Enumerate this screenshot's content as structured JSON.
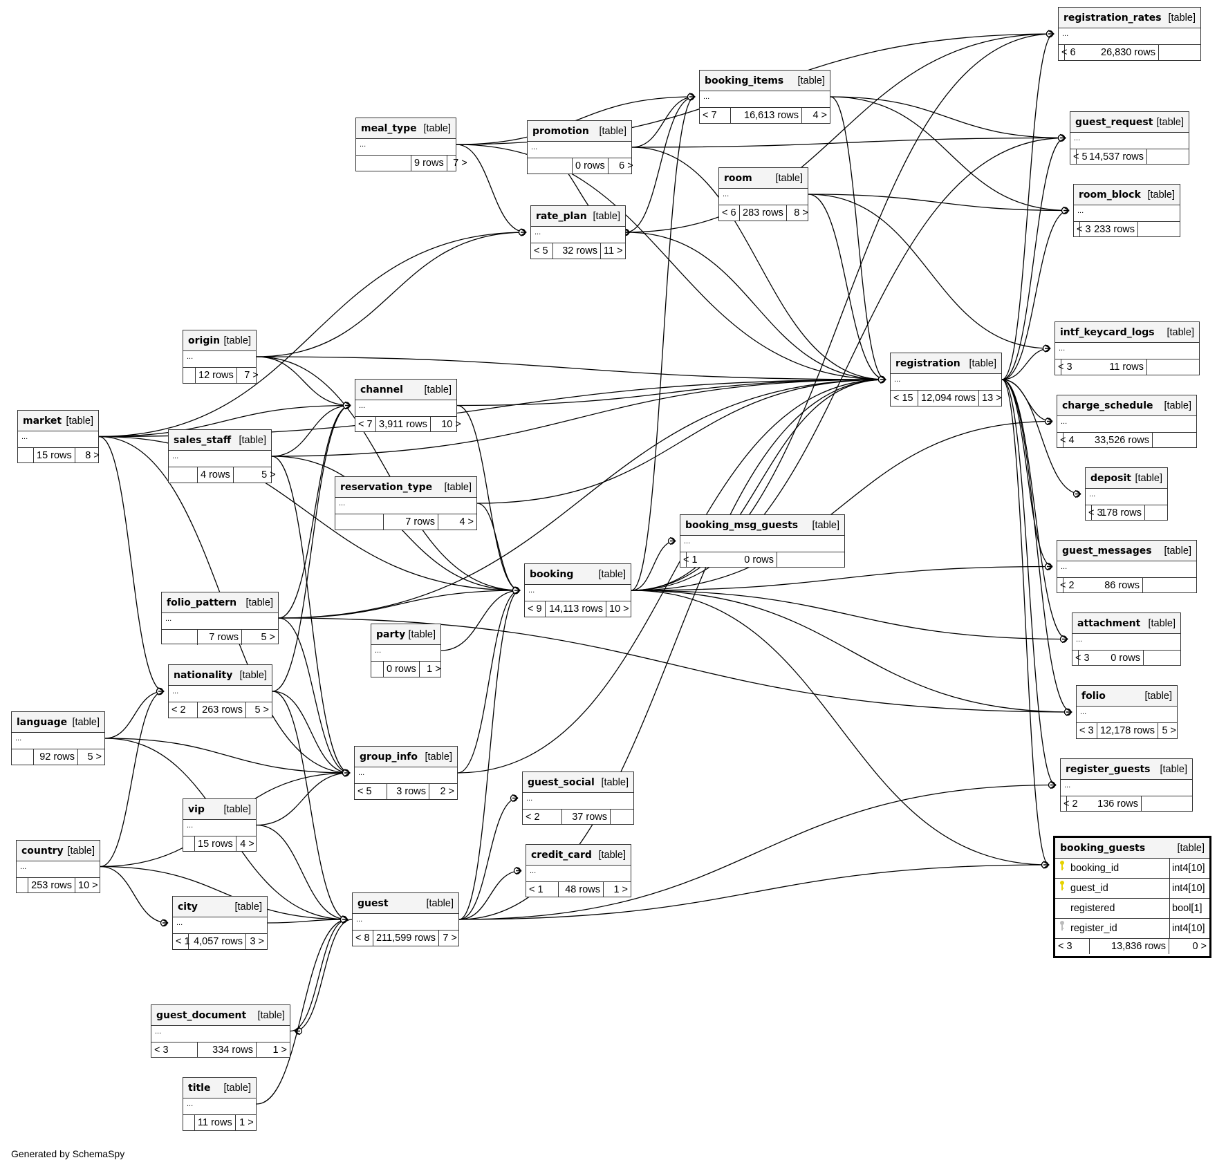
{
  "footer": "Generated by SchemaSpy",
  "table_tag": "[table]",
  "ellipsis": "...",
  "tables": {
    "registration_rates": {
      "name": "registration_rates",
      "parents": "< 6",
      "rows": "26,830 rows",
      "children": ""
    },
    "booking_items": {
      "name": "booking_items",
      "parents": "< 7",
      "rows": "16,613 rows",
      "children": "4 >"
    },
    "meal_type": {
      "name": "meal_type",
      "parents": "",
      "rows": "9 rows",
      "children": "7 >"
    },
    "promotion": {
      "name": "promotion",
      "parents": "",
      "rows": "0 rows",
      "children": "6 >"
    },
    "guest_request": {
      "name": "guest_request",
      "parents": "< 5",
      "rows": "14,537 rows",
      "children": ""
    },
    "room": {
      "name": "room",
      "parents": "< 6",
      "rows": "283 rows",
      "children": "8 >"
    },
    "room_block": {
      "name": "room_block",
      "parents": "< 3",
      "rows": "233 rows",
      "children": ""
    },
    "rate_plan": {
      "name": "rate_plan",
      "parents": "< 5",
      "rows": "32 rows",
      "children": "11 >"
    },
    "intf_keycard_logs": {
      "name": "intf_keycard_logs",
      "parents": "< 3",
      "rows": "11 rows",
      "children": ""
    },
    "origin": {
      "name": "origin",
      "parents": "",
      "rows": "12 rows",
      "children": "7 >"
    },
    "registration": {
      "name": "registration",
      "parents": "< 15",
      "rows": "12,094 rows",
      "children": "13 >"
    },
    "channel": {
      "name": "channel",
      "parents": "< 7",
      "rows": "3,911 rows",
      "children": "10 >"
    },
    "charge_schedule": {
      "name": "charge_schedule",
      "parents": "< 4",
      "rows": "33,526 rows",
      "children": ""
    },
    "market": {
      "name": "market",
      "parents": "",
      "rows": "15 rows",
      "children": "8 >"
    },
    "sales_staff": {
      "name": "sales_staff",
      "parents": "",
      "rows": "4 rows",
      "children": "5 >"
    },
    "deposit": {
      "name": "deposit",
      "parents": "< 3",
      "rows": "178 rows",
      "children": ""
    },
    "reservation_type": {
      "name": "reservation_type",
      "parents": "",
      "rows": "7 rows",
      "children": "4 >"
    },
    "booking_msg_guests": {
      "name": "booking_msg_guests",
      "parents": "< 1",
      "rows": "0 rows",
      "children": ""
    },
    "guest_messages": {
      "name": "guest_messages",
      "parents": "< 2",
      "rows": "86 rows",
      "children": ""
    },
    "booking": {
      "name": "booking",
      "parents": "< 9",
      "rows": "14,113 rows",
      "children": "10 >"
    },
    "folio_pattern": {
      "name": "folio_pattern",
      "parents": "",
      "rows": "7 rows",
      "children": "5 >"
    },
    "party": {
      "name": "party",
      "parents": "",
      "rows": "0 rows",
      "children": "1 >"
    },
    "attachment": {
      "name": "attachment",
      "parents": "< 3",
      "rows": "0 rows",
      "children": ""
    },
    "nationality": {
      "name": "nationality",
      "parents": "< 2",
      "rows": "263 rows",
      "children": "5 >"
    },
    "folio": {
      "name": "folio",
      "parents": "< 3",
      "rows": "12,178 rows",
      "children": "5 >"
    },
    "language": {
      "name": "language",
      "parents": "",
      "rows": "92 rows",
      "children": "5 >"
    },
    "group_info": {
      "name": "group_info",
      "parents": "< 5",
      "rows": "3 rows",
      "children": "2 >"
    },
    "register_guests": {
      "name": "register_guests",
      "parents": "< 2",
      "rows": "136 rows",
      "children": ""
    },
    "guest_social": {
      "name": "guest_social",
      "parents": "< 2",
      "rows": "37 rows",
      "children": ""
    },
    "vip": {
      "name": "vip",
      "parents": "",
      "rows": "15 rows",
      "children": "4 >"
    },
    "country": {
      "name": "country",
      "parents": "",
      "rows": "253 rows",
      "children": "10 >"
    },
    "credit_card": {
      "name": "credit_card",
      "parents": "< 1",
      "rows": "48 rows",
      "children": "1 >"
    },
    "guest": {
      "name": "guest",
      "parents": "< 8",
      "rows": "211,599 rows",
      "children": "7 >"
    },
    "city": {
      "name": "city",
      "parents": "< 1",
      "rows": "4,057 rows",
      "children": "3 >"
    },
    "guest_document": {
      "name": "guest_document",
      "parents": "< 3",
      "rows": "334 rows",
      "children": "1 >"
    },
    "title": {
      "name": "title",
      "parents": "",
      "rows": "11 rows",
      "children": "1 >"
    },
    "booking_guests": {
      "name": "booking_guests",
      "parents": "< 3",
      "rows": "13,836 rows",
      "children": "0 >",
      "columns": [
        {
          "name": "booking_id",
          "type": "int4[10]",
          "key": "primary-key"
        },
        {
          "name": "guest_id",
          "type": "int4[10]",
          "key": "primary-key"
        },
        {
          "name": "registered",
          "type": "bool[1]",
          "key": ""
        },
        {
          "name": "register_id",
          "type": "int4[10]",
          "key": "foreign-key"
        }
      ]
    }
  },
  "relationships": [
    [
      "meal_type",
      "registration_rates"
    ],
    [
      "meal_type",
      "booking_items"
    ],
    [
      "meal_type",
      "rate_plan"
    ],
    [
      "meal_type",
      "registration"
    ],
    [
      "promotion",
      "booking_items"
    ],
    [
      "promotion",
      "rate_plan"
    ],
    [
      "promotion",
      "registration"
    ],
    [
      "promotion",
      "guest_request"
    ],
    [
      "rate_plan",
      "booking_items"
    ],
    [
      "rate_plan",
      "registration"
    ],
    [
      "rate_plan",
      "registration_rates"
    ],
    [
      "room",
      "registration"
    ],
    [
      "room",
      "room_block"
    ],
    [
      "room",
      "intf_keycard_logs"
    ],
    [
      "booking_items",
      "guest_request"
    ],
    [
      "booking_items",
      "room_block"
    ],
    [
      "booking_items",
      "registration"
    ],
    [
      "market",
      "rate_plan"
    ],
    [
      "market",
      "registration"
    ],
    [
      "market",
      "booking"
    ],
    [
      "market",
      "channel"
    ],
    [
      "market",
      "nationality"
    ],
    [
      "market",
      "group_info"
    ],
    [
      "origin",
      "rate_plan"
    ],
    [
      "origin",
      "registration"
    ],
    [
      "origin",
      "channel"
    ],
    [
      "origin",
      "booking"
    ],
    [
      "sales_staff",
      "channel"
    ],
    [
      "sales_staff",
      "registration"
    ],
    [
      "sales_staff",
      "booking"
    ],
    [
      "sales_staff",
      "group_info"
    ],
    [
      "channel",
      "registration"
    ],
    [
      "channel",
      "booking"
    ],
    [
      "reservation_type",
      "booking"
    ],
    [
      "reservation_type",
      "registration"
    ],
    [
      "booking",
      "registration_rates"
    ],
    [
      "booking",
      "booking_items"
    ],
    [
      "booking",
      "booking_msg_guests"
    ],
    [
      "booking",
      "guest_request"
    ],
    [
      "booking",
      "guest_messages"
    ],
    [
      "booking",
      "attachment"
    ],
    [
      "booking",
      "folio"
    ],
    [
      "booking",
      "booking_guests"
    ],
    [
      "booking",
      "charge_schedule"
    ],
    [
      "booking",
      "registration"
    ],
    [
      "folio_pattern",
      "channel"
    ],
    [
      "folio_pattern",
      "registration"
    ],
    [
      "folio_pattern",
      "booking"
    ],
    [
      "folio_pattern",
      "folio"
    ],
    [
      "folio_pattern",
      "group_info"
    ],
    [
      "party",
      "booking"
    ],
    [
      "nationality",
      "channel"
    ],
    [
      "nationality",
      "guest"
    ],
    [
      "nationality",
      "group_info"
    ],
    [
      "language",
      "nationality"
    ],
    [
      "language",
      "group_info"
    ],
    [
      "language",
      "guest"
    ],
    [
      "country",
      "nationality"
    ],
    [
      "country",
      "group_info"
    ],
    [
      "country",
      "city"
    ],
    [
      "country",
      "guest"
    ],
    [
      "vip",
      "group_info"
    ],
    [
      "vip",
      "guest"
    ],
    [
      "group_info",
      "booking"
    ],
    [
      "group_info",
      "registration"
    ],
    [
      "city",
      "guest"
    ],
    [
      "guest",
      "booking"
    ],
    [
      "guest",
      "guest_social"
    ],
    [
      "guest",
      "credit_card"
    ],
    [
      "guest",
      "register_guests"
    ],
    [
      "guest",
      "booking_guests"
    ],
    [
      "guest",
      "registration"
    ],
    [
      "guest",
      "guest_document"
    ],
    [
      "guest_document",
      "guest"
    ],
    [
      "title",
      "guest"
    ],
    [
      "registration",
      "registration_rates"
    ],
    [
      "registration",
      "intf_keycard_logs"
    ],
    [
      "registration",
      "charge_schedule"
    ],
    [
      "registration",
      "deposit"
    ],
    [
      "registration",
      "guest_messages"
    ],
    [
      "registration",
      "attachment"
    ],
    [
      "registration",
      "folio"
    ],
    [
      "registration",
      "register_guests"
    ],
    [
      "registration",
      "booking_guests"
    ],
    [
      "registration",
      "room_block"
    ],
    [
      "registration",
      "guest_request"
    ]
  ]
}
